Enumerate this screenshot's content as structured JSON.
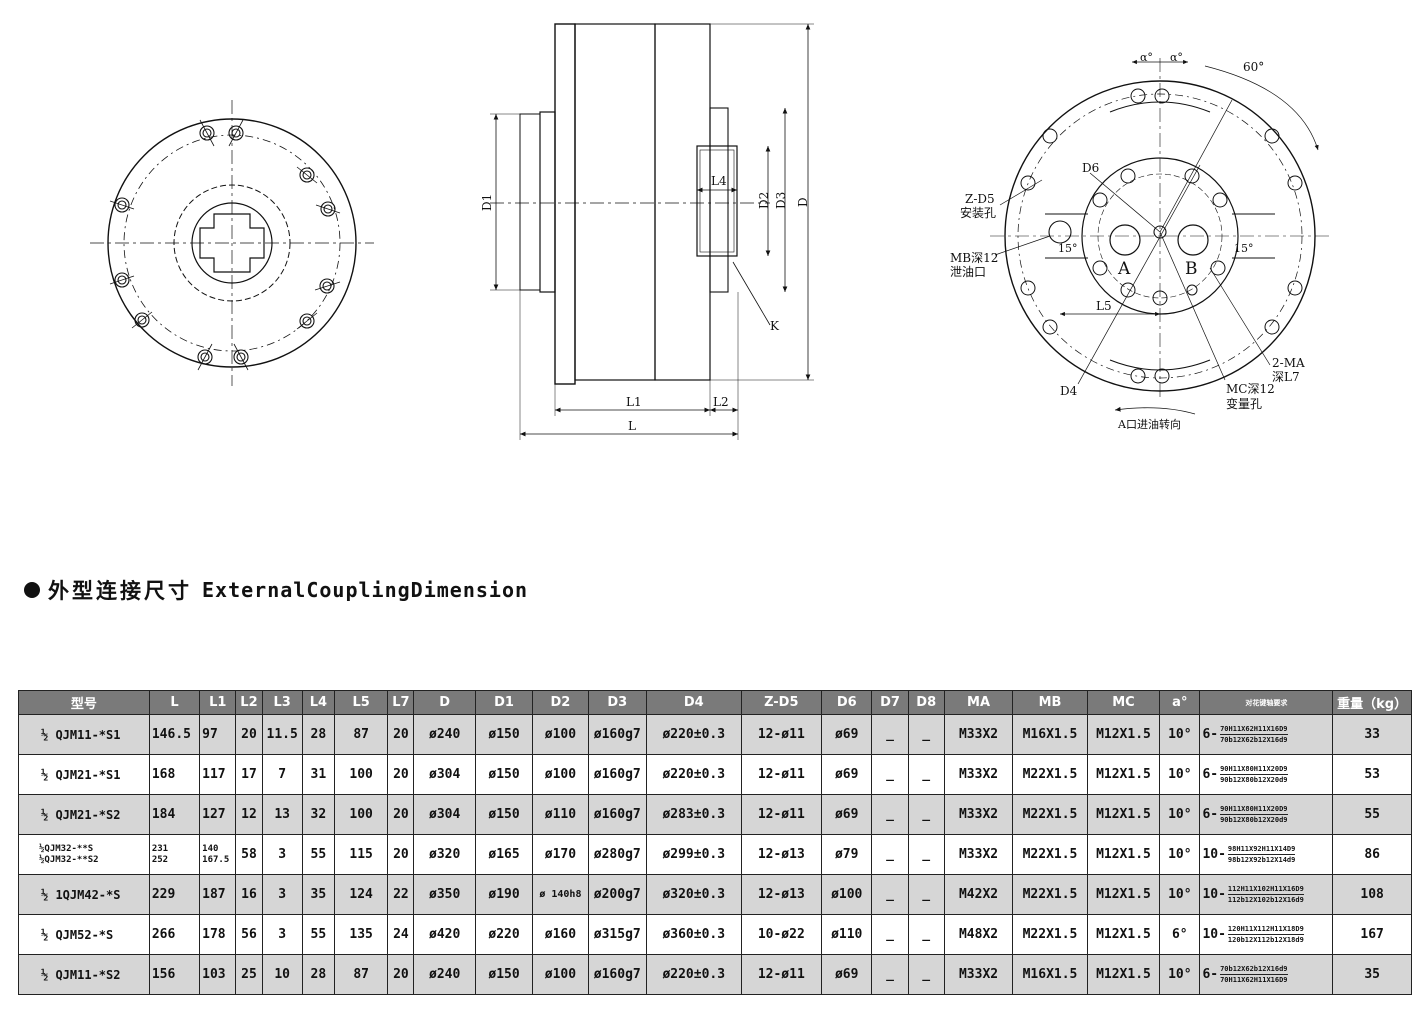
{
  "drawing_labels": {
    "front": {
      "D1": "D1",
      "L4": "L4",
      "D2": "D2",
      "D3": "D3",
      "D": "D",
      "K": "K",
      "L1": "L1",
      "L2": "L2",
      "L": "L"
    },
    "end": {
      "alpha1": "α°",
      "alpha2": "α°",
      "angle60": "60°",
      "D6": "D6",
      "ZD5": "Z-D5",
      "mount_hole": "安装孔",
      "MB12": "MB深12",
      "drain_port": "泄油口",
      "deg15_left": "15°",
      "deg15_right": "15°",
      "port_A": "A",
      "port_B": "B",
      "L5": "L5",
      "MA": "2-MA",
      "L7": "深L7",
      "MC12": "MC深12",
      "variable_hole": "变量孔",
      "D4": "D4",
      "rotation": "A口进油转向"
    }
  },
  "section": {
    "title_zh": "外型连接尺寸",
    "title_en": "ExternalCouplingDimension"
  },
  "table": {
    "headers": [
      "型号",
      "L",
      "L1",
      "L2",
      "L3",
      "L4",
      "L5",
      "L7",
      "D",
      "D1",
      "D2",
      "D3",
      "D4",
      "Z-D5",
      "D6",
      "D7",
      "D8",
      "MA",
      "MB",
      "MC",
      "a°",
      "对花键轴要求",
      "重量（kg）"
    ],
    "rows": [
      {
        "model": "½ QJM11-*S1",
        "L": "146.5",
        "L1": "97",
        "L2": "20",
        "L3": "11.5",
        "L4": "28",
        "L5": "87",
        "L7": "20",
        "D": "ø240",
        "D1": "ø150",
        "D2": "ø100",
        "D3": "ø160g7",
        "D4": "ø220±0.3",
        "ZD5": "12-ø11",
        "D6": "ø69",
        "D7": "_",
        "D8": "_",
        "MA": "M33X2",
        "MB": "M16X1.5",
        "MC": "M12X1.5",
        "a": "10°",
        "sp_pre": "6-",
        "sp_top": "70H11X62H11X16D9",
        "sp_bot": "70b12X62b12X16d9",
        "weight": "33"
      },
      {
        "model": "½ QJM21-*S1",
        "L": "168",
        "L1": "117",
        "L2": "17",
        "L3": "7",
        "L4": "31",
        "L5": "100",
        "L7": "20",
        "D": "ø304",
        "D1": "ø150",
        "D2": "ø100",
        "D3": "ø160g7",
        "D4": "ø220±0.3",
        "ZD5": "12-ø11",
        "D6": "ø69",
        "D7": "_",
        "D8": "_",
        "MA": "M33X2",
        "MB": "M22X1.5",
        "MC": "M12X1.5",
        "a": "10°",
        "sp_pre": "6-",
        "sp_top": "90H11X80H11X20D9",
        "sp_bot": "90b12X80b12X20d9",
        "weight": "53"
      },
      {
        "model": "½ QJM21-*S2",
        "L": "184",
        "L1": "127",
        "L2": "12",
        "L3": "13",
        "L4": "32",
        "L5": "100",
        "L7": "20",
        "D": "ø304",
        "D1": "ø150",
        "D2": "ø110",
        "D3": "ø160g7",
        "D4": "ø283±0.3",
        "ZD5": "12-ø11",
        "D6": "ø69",
        "D7": "_",
        "D8": "_",
        "MA": "M33X2",
        "MB": "M22X1.5",
        "MC": "M12X1.5",
        "a": "10°",
        "sp_pre": "6-",
        "sp_top": "90H11X80H11X20D9",
        "sp_bot": "90b12X80b12X20d9",
        "weight": "55"
      },
      {
        "model_top": "½QJM32-**S",
        "model_bot": "½QJM32-**S2",
        "L_top": "231",
        "L_bot": "252",
        "L1_top": "140",
        "L1_bot": "167.5",
        "L2": "58",
        "L3": "3",
        "L4": "55",
        "L5": "115",
        "L7": "20",
        "D": "ø320",
        "D1": "ø165",
        "D2": "ø170",
        "D3": "ø280g7",
        "D4": "ø299±0.3",
        "ZD5": "12-ø13",
        "D6": "ø79",
        "D7": "_",
        "D8": "_",
        "MA": "M33X2",
        "MB": "M22X1.5",
        "MC": "M12X1.5",
        "a": "10°",
        "sp_pre": "10-",
        "sp_top": "98H11X92H11X14D9",
        "sp_bot": "98b12X92b12X14d9",
        "weight": "86"
      },
      {
        "model": "½ 1QJM42-*S",
        "L": "229",
        "L1": "187",
        "L2": "16",
        "L3": "3",
        "L4": "35",
        "L5": "124",
        "L7": "22",
        "D": "ø350",
        "D1": "ø190",
        "D2": "ø 140h8",
        "D3": "ø200g7",
        "D4": "ø320±0.3",
        "ZD5": "12-ø13",
        "D6": "ø100",
        "D7": "_",
        "D8": "_",
        "MA": "M42X2",
        "MB": "M22X1.5",
        "MC": "M12X1.5",
        "a": "10°",
        "sp_pre": "10-",
        "sp_top": "112H11X102H11X16D9",
        "sp_bot": "112b12X102b12X16d9",
        "weight": "108"
      },
      {
        "model": "½ QJM52-*S",
        "L": "266",
        "L1": "178",
        "L2": "56",
        "L3": "3",
        "L4": "55",
        "L5": "135",
        "L7": "24",
        "D": "ø420",
        "D1": "ø220",
        "D2": "ø160",
        "D3": "ø315g7",
        "D4": "ø360±0.3",
        "ZD5": "10-ø22",
        "D6": "ø110",
        "D7": "_",
        "D8": "_",
        "MA": "M48X2",
        "MB": "M22X1.5",
        "MC": "M12X1.5",
        "a": "6°",
        "sp_pre": "10-",
        "sp_top": "120H11X112H11X18D9",
        "sp_bot": "120b12X112b12X18d9",
        "weight": "167"
      },
      {
        "model": "½ QJM11-*S2",
        "L": "156",
        "L1": "103",
        "L2": "25",
        "L3": "10",
        "L4": "28",
        "L5": "87",
        "L7": "20",
        "D": "ø240",
        "D1": "ø150",
        "D2": "ø100",
        "D3": "ø160g7",
        "D4": "ø220±0.3",
        "ZD5": "12-ø11",
        "D6": "ø69",
        "D7": "_",
        "D8": "_",
        "MA": "M33X2",
        "MB": "M16X1.5",
        "MC": "M12X1.5",
        "a": "10°",
        "sp_pre": "6-",
        "sp_top": "70b12X62b12X16d9",
        "sp_bot": "70H11X62H11X16D9",
        "weight": "35"
      }
    ]
  }
}
